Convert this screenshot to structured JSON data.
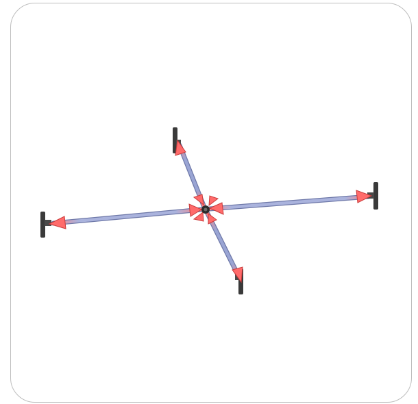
{
  "figure": {
    "style": "cross-bracing force diagram",
    "colors": {
      "frame_border": "#bdbdbd",
      "background": "#ffffff",
      "member_core": "#a9b2dc",
      "member_edge": "#6e78a8",
      "force_arrow": "#e84545",
      "force_arrow_fill": "#ff6b6b",
      "support": "#3a3a3a",
      "node": "#2b2b2b"
    },
    "members": [
      {
        "name": "member-west"
      },
      {
        "name": "member-east"
      },
      {
        "name": "member-north"
      },
      {
        "name": "member-south"
      }
    ],
    "icons": [
      "support-plate-icon",
      "force-arrow-icon",
      "center-node-icon"
    ]
  }
}
